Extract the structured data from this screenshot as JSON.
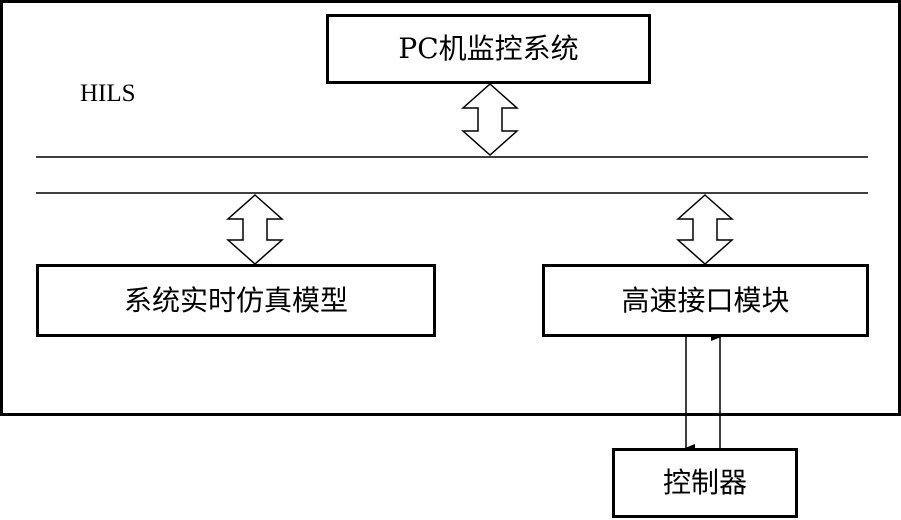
{
  "diagram": {
    "outer_label": "HILS",
    "boxes": {
      "pc_monitor": "PC机监控系统",
      "realtime_model": "系统实时仿真模型",
      "interface_module": "高速接口模块",
      "controller": "控制器"
    }
  }
}
